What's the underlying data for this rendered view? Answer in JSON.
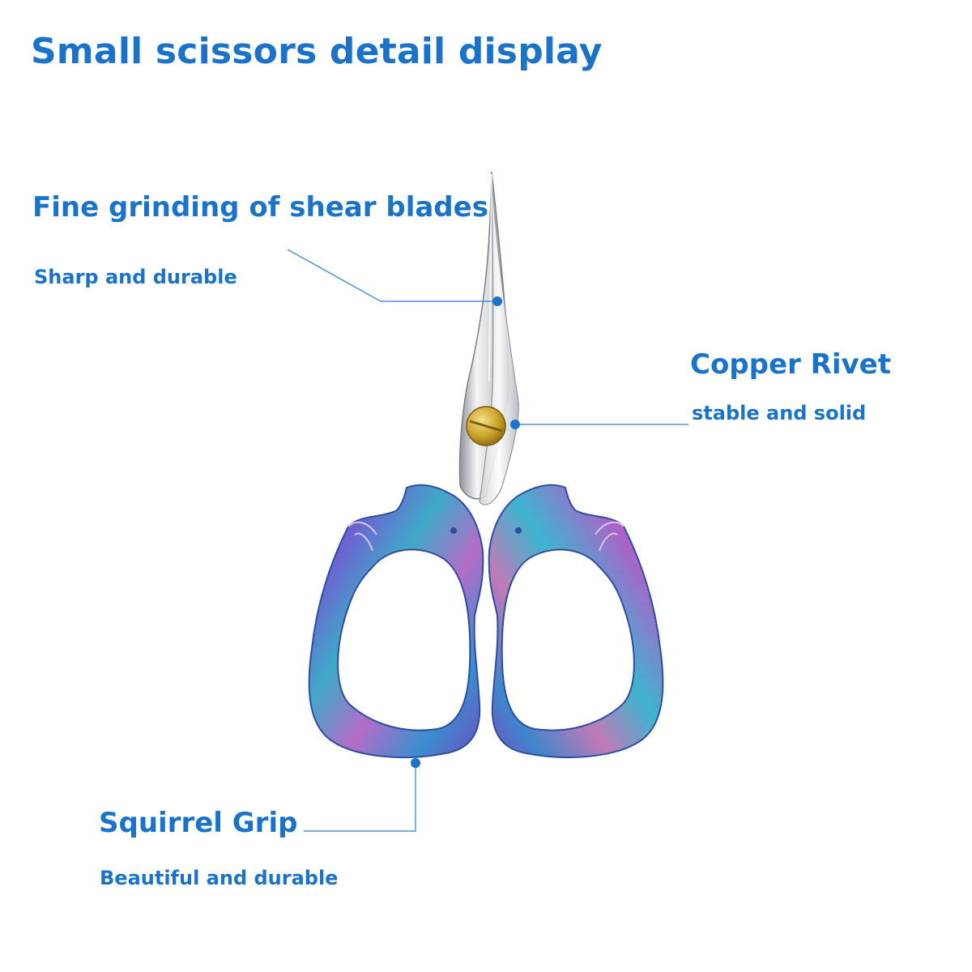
{
  "title": "Small scissors detail display",
  "callouts": {
    "blades": {
      "heading": "Fine grinding of shear blades",
      "detail": "Sharp and durable"
    },
    "rivet": {
      "heading": "Copper Rivet",
      "detail": "stable and solid"
    },
    "grip": {
      "heading": "Squirrel Grip",
      "detail": "Beautiful and durable"
    }
  },
  "colors": {
    "text": "#1a73c9",
    "leader": "#2b7bc8",
    "rivet": "#c9a227"
  }
}
